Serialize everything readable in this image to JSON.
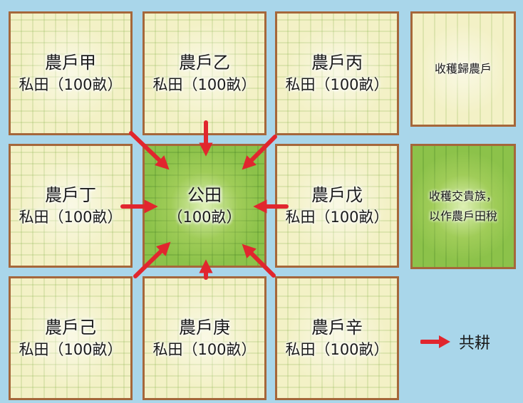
{
  "plots": [
    {
      "id": "jia",
      "name": "農戶甲",
      "area": "私田（100畝）"
    },
    {
      "id": "yi",
      "name": "農戶乙",
      "area": "私田（100畝）"
    },
    {
      "id": "bing",
      "name": "農戶丙",
      "area": "私田（100畝）"
    },
    {
      "id": "ding",
      "name": "農戶丁",
      "area": "私田（100畝）"
    },
    {
      "id": "public",
      "name": "公田",
      "area": "（100畝）"
    },
    {
      "id": "wu",
      "name": "農戶戊",
      "area": "私田（100畝）"
    },
    {
      "id": "ji",
      "name": "農戶己",
      "area": "私田（100畝）"
    },
    {
      "id": "geng",
      "name": "農戶庚",
      "area": "私田（100畝）"
    },
    {
      "id": "xin",
      "name": "農戶辛",
      "area": "私田（100畝）"
    }
  ],
  "notes": {
    "private_harvest": "收穫歸農戶",
    "public_harvest_line1": "收穫交貴族，",
    "public_harvest_line2": "以作農戶田稅"
  },
  "legend": {
    "label": "共耕",
    "arrow_color": "#e1262e"
  },
  "colors": {
    "water": "#a9d6ea",
    "private_field": "#f3f1c6",
    "public_field": "#8cc24a",
    "border": "#a5673a"
  }
}
